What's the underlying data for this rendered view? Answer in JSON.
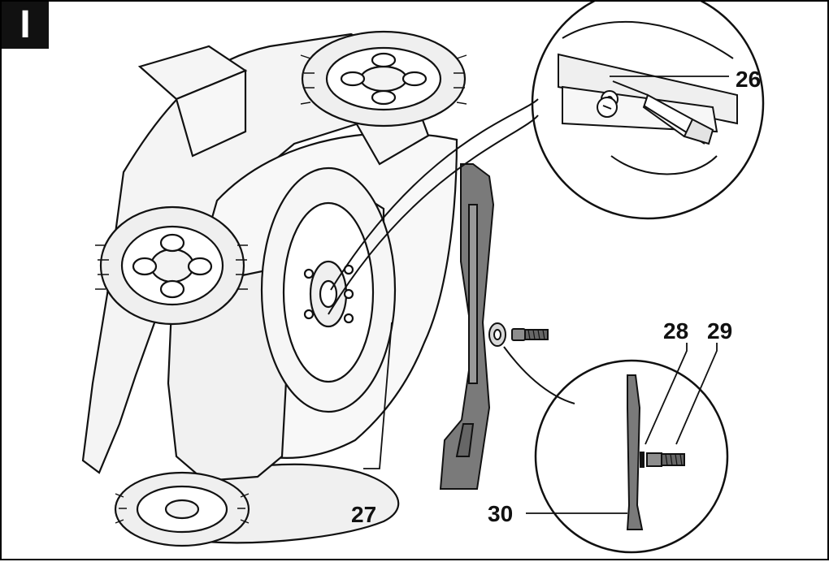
{
  "section_label": "I",
  "callouts": {
    "c26": "26",
    "c27": "27",
    "c28": "28",
    "c29": "29",
    "c30": "30"
  },
  "colors": {
    "ink": "#111111",
    "blade": "#7a7a7a",
    "deck_fill": "#f4f4f4",
    "accent_gray": "#d8d8d8"
  }
}
